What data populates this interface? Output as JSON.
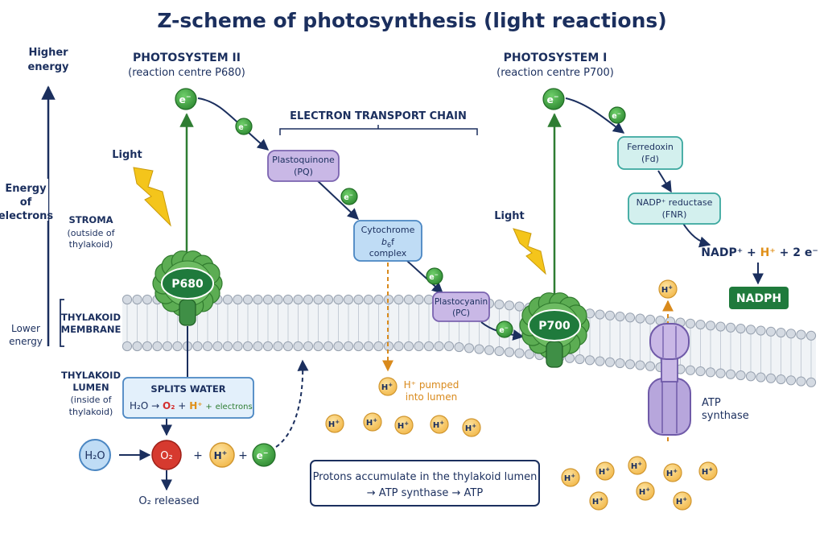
{
  "title": "Z-scheme of photosynthesis (light reactions)",
  "energy_axis": {
    "higher": [
      "Higher",
      "energy"
    ],
    "label": [
      "Energy",
      "of",
      "electrons"
    ],
    "lower": [
      "Lower",
      "energy"
    ]
  },
  "regions": {
    "stroma": [
      "STROMA",
      "(outside of",
      "thylakoid)"
    ],
    "membrane": [
      "THYLAKOID",
      "MEMBRANE"
    ],
    "lumen": [
      "THYLAKOID",
      "LUMEN",
      "(inside of",
      "thylakoid)"
    ]
  },
  "photosystem_2": {
    "title": "PHOTOSYSTEM II",
    "subtitle": "(reaction centre P680)",
    "center": "P680",
    "light": "Light"
  },
  "photosystem_1": {
    "title": "PHOTOSYSTEM I",
    "subtitle": "(reaction centre P700)",
    "center": "P700",
    "light": "Light"
  },
  "etc_label": "ELECTRON TRANSPORT CHAIN",
  "electron": "e",
  "electron_sup": "−",
  "carriers": {
    "pq": [
      "Plastoquinone",
      "(PQ)"
    ],
    "cyt": [
      "Cytochrome",
      "b",
      "6",
      "f",
      "complex"
    ],
    "pc": [
      "Plastocyanin",
      "(PC)"
    ],
    "fd": [
      "Ferredoxin",
      "(Fd)"
    ],
    "fnr": [
      "NADP⁺ reductase",
      "(FNR)"
    ]
  },
  "nadph_equation": {
    "nadp": "NADP⁺",
    "plus": "+",
    "h": "H⁺",
    "electrons": "2 e⁻"
  },
  "nadph": "NADPH",
  "splits_water": {
    "title": "SPLITS WATER",
    "h2o": "H₂O",
    "arrow": "→",
    "o2": "O₂",
    "plus": "+",
    "h": "H⁺",
    "electrons": "electrons"
  },
  "water_row": {
    "h2o": "H₂O",
    "o2": "O₂",
    "plus": "+",
    "h": "H",
    "h_sup": "+"
  },
  "o2_released": "O₂ released",
  "h_pumped": [
    "H⁺ pumped",
    "into lumen"
  ],
  "atp_synthase": [
    "ATP",
    "synthase"
  ],
  "proton_box": [
    "Protons accumulate in the thylakoid lumen",
    "→ ATP synthase → ATP"
  ],
  "colors": {
    "navy": "#1b2f5e",
    "green_arrow": "#2e7d32",
    "electron_green": "#3b9a3b",
    "ps_green": "#5cad53",
    "purple": "#c9b8e6",
    "blue_box": "#bfdcf5",
    "teal_box": "#d3f0ee",
    "proton_orange": "#f7c96b",
    "nadph_green": "#1f7a3c",
    "membrane_head": "#d4dae2"
  }
}
